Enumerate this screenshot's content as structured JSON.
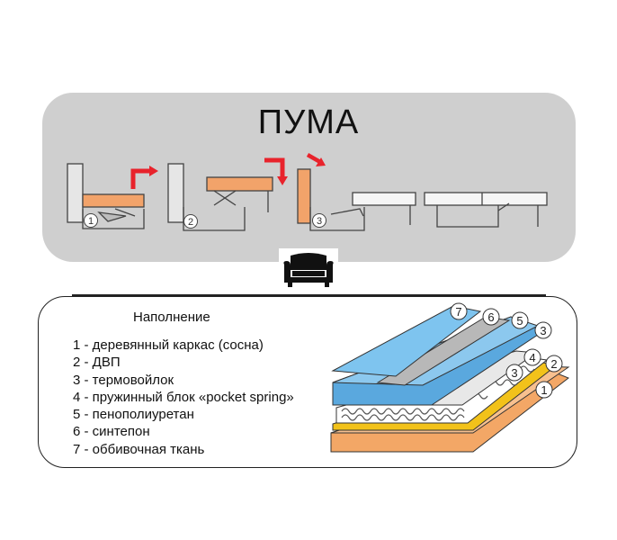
{
  "title": "ПУМА",
  "steps": [
    "1",
    "2",
    "3"
  ],
  "filling": {
    "heading": "Наполнение",
    "items": [
      "1 - деревянный каркас (сосна)",
      "2 - ДВП",
      "3 - термовойлок",
      "4 - пружинный блок «pocket spring»",
      "5 - пенополиуретан",
      "6 - синтепон",
      "7 - оббивочная ткань"
    ]
  },
  "layer_markers": [
    "7",
    "6",
    "5",
    "3",
    "4",
    "2",
    "3",
    "1"
  ],
  "colors": {
    "panel": "#cfcfcf",
    "seat": "#f2a36a",
    "arrow": "#e8232c",
    "fabric": "#5aa8de",
    "foam": "#7ec4ef",
    "sintepon": "#b8b8b8",
    "spring": "#555555",
    "dvp": "#f2c21a",
    "frame": "#f3a766"
  },
  "icons": [
    "sofa-icon",
    "red-arrow-icon"
  ]
}
